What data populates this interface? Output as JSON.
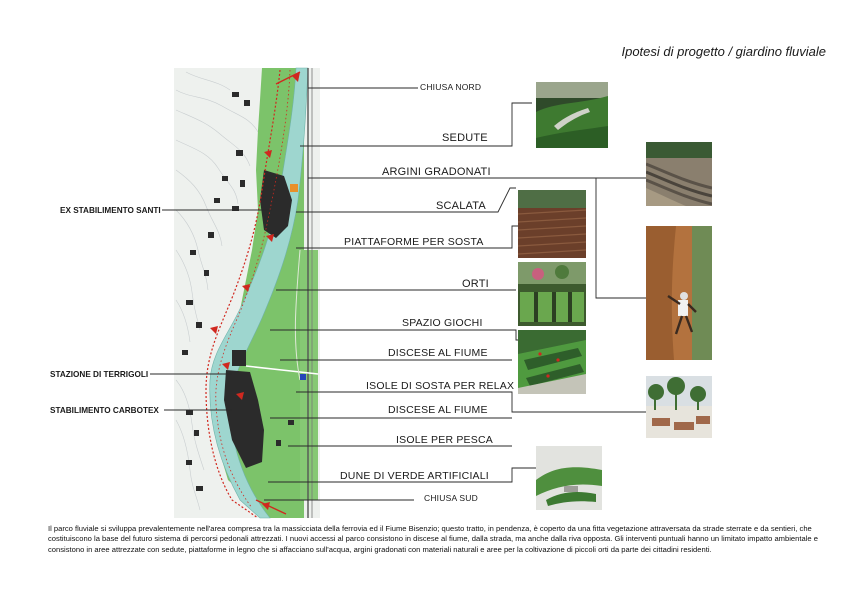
{
  "title": "Ipotesi di progetto / giardino fluviale",
  "left_labels": [
    "EX STABILIMENTO SANTI",
    "STAZIONE DI TERRIGOLI",
    "STABILIMENTO CARBOTEX"
  ],
  "right_labels": [
    "CHIUSA NORD",
    "SEDUTE",
    "ARGINI GRADONATI",
    "SCALATA",
    "PIATTAFORME PER SOSTA",
    "ORTI",
    "SPAZIO GIOCHI",
    "DISCESE AL FIUME",
    "ISOLE DI SOSTA PER RELAX",
    "DISCESE AL FIUME",
    "ISOLE PER PESCA",
    "DUNE DI VERDE ARTIFICIALI",
    "CHIUSA SUD"
  ],
  "caption": "Il parco fluviale si sviluppa prevalentemente nell'area compresa tra la massicciata della ferrovia ed il Fiume Bisenzio; questo tratto, in pendenza, è coperto da una fitta vegetazione attraversata da strade sterrate e da sentieri, che costituiscono la base del futuro sistema di percorsi pedonali attrezzati. I nuovi accessi al parco consistono in discese al fiume, dalla strada, ma anche dalla riva opposta. Gli interventi puntuali hanno un limitato impatto ambientale e consistono in aree attrezzate con sedute, piattaforme in legno che si affacciano sull'acqua, argini gradonati con materiali naturali e aree per la coltivazione di piccoli orti da parte dei cittadini residenti.",
  "colors": {
    "park_green": "#7cc36a",
    "dark_green": "#3f8a3a",
    "river": "#9ed6cf",
    "building": "#2b2b2b",
    "route_red": "#d0281f",
    "line": "#2a2a2a"
  }
}
